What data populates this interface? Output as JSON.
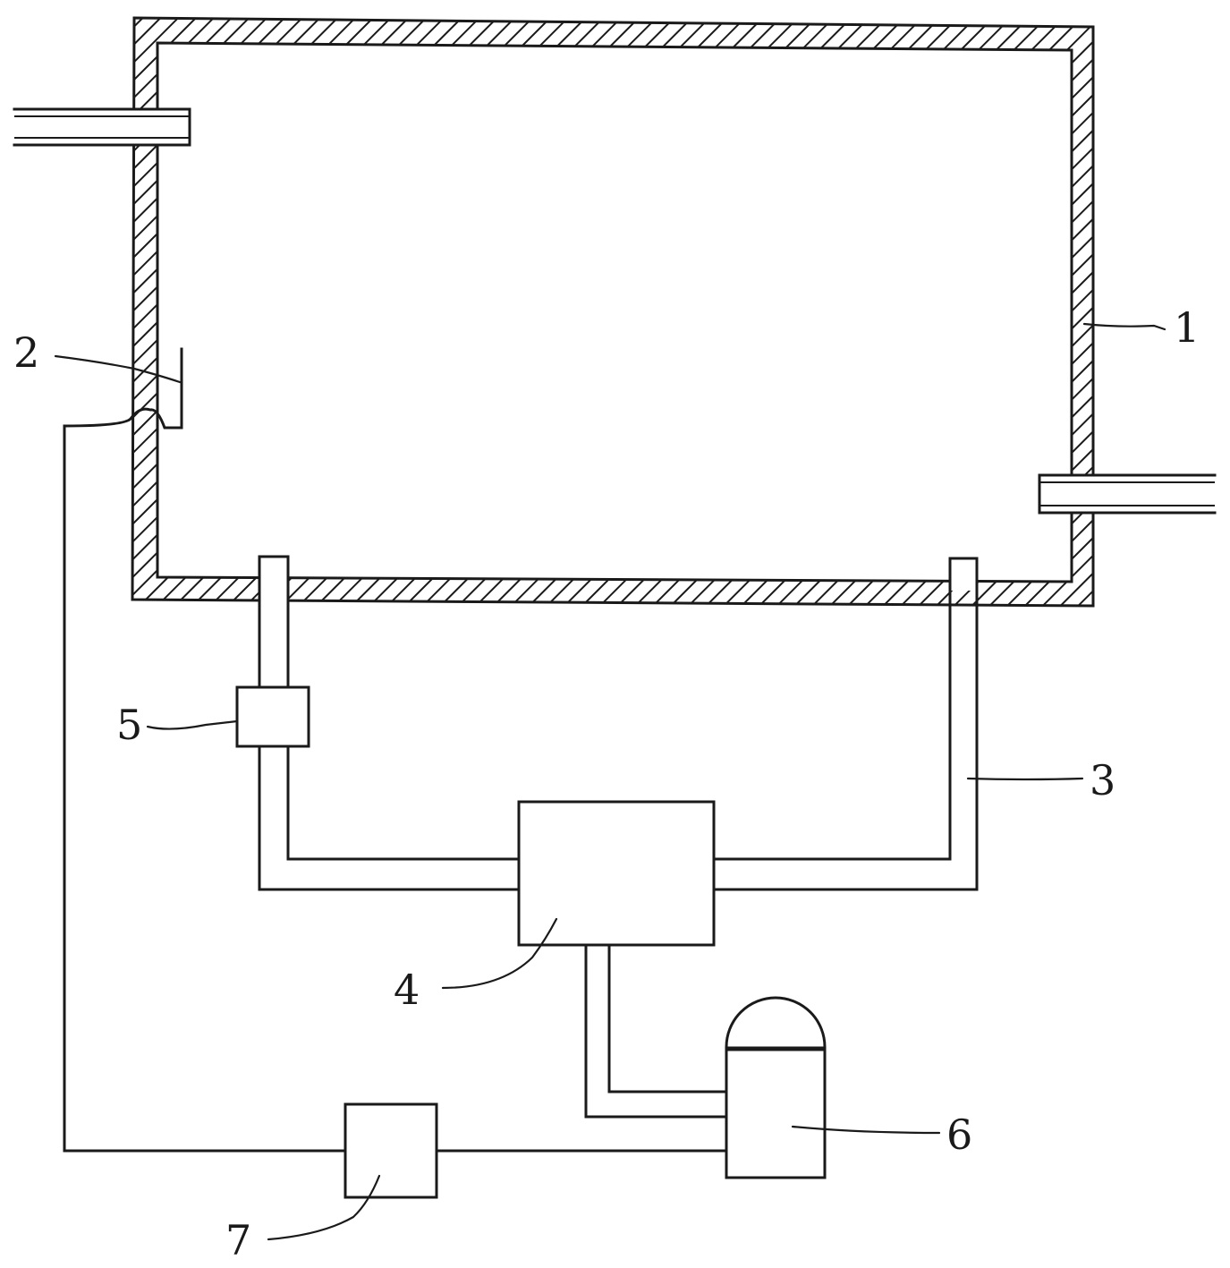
{
  "labels": {
    "chamber": "1",
    "sensor": "2",
    "circulation_pipe": "3",
    "heat_exchanger": "4",
    "valve": "5",
    "tank": "6",
    "controller": "7"
  }
}
